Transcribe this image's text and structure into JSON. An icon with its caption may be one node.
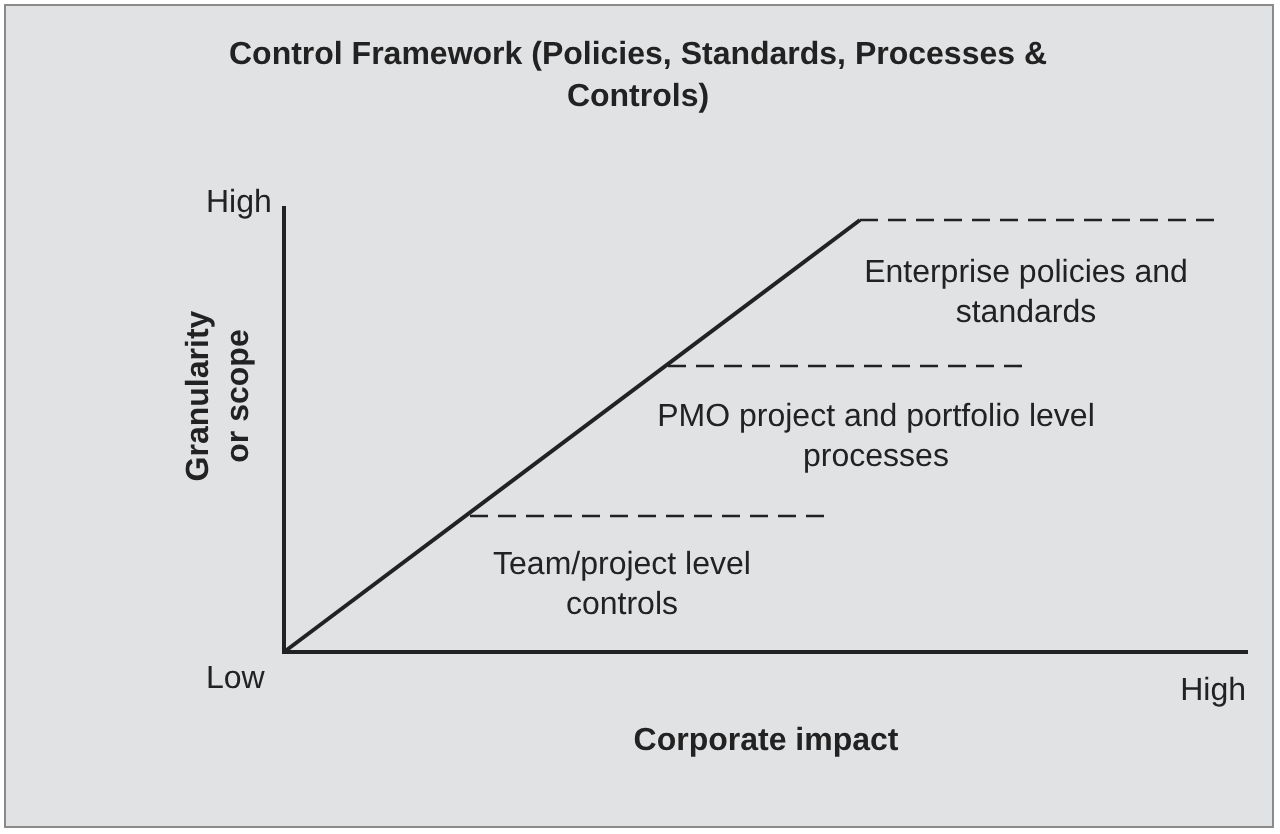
{
  "diagram": {
    "title": "Control Framework (Policies, Standards, Processes & Controls)",
    "labels": [
      "High",
      "Enterprise policies and standards",
      "Granularity or scope",
      "PMO project and portfolio level processes",
      "Team/project level controls",
      "Low",
      "High",
      "Corporate impact"
    ]
  }
}
